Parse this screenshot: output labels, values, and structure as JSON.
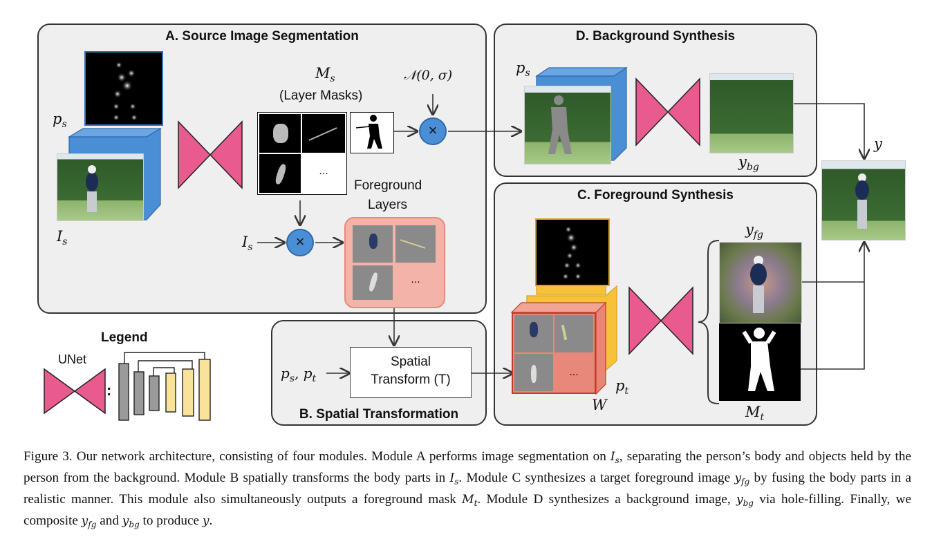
{
  "modules": {
    "a_title": "A. Source Image Segmentation",
    "b_title": "B. Spatial Transformation",
    "c_title": "C. Foreground Synthesis",
    "d_title": "D. Background Synthesis"
  },
  "labels": {
    "ps": "p",
    "ps_sub": "s",
    "is": "I",
    "is_sub": "s",
    "ms": "M",
    "ms_sub": "s",
    "layer_masks": "(Layer Masks)",
    "noise": "𝒩(0, σ)",
    "foreground_layers_1": "Foreground",
    "foreground_layers_2": "Layers",
    "ellipsis": "...",
    "ps_pt": "p",
    "ps_pt_sub1": "s",
    "ps_pt_mid": ", p",
    "ps_pt_sub2": "t",
    "spatial_1": "Spatial",
    "spatial_2": "Transform (T)",
    "w": "W",
    "pt": "p",
    "pt_sub": "t",
    "yfg": "y",
    "yfg_sub": "fg",
    "ybg": "y",
    "ybg_sub": "bg",
    "y": "y",
    "mt": "M",
    "mt_sub": "t",
    "times": "×"
  },
  "legend": {
    "title": "Legend",
    "unet": "UNet",
    "colon": ":"
  },
  "colors": {
    "unet_pink": "#e95b8e",
    "blue_slab": "#4a8fd6",
    "yellow_slab": "#f5c23a",
    "fg_layers_bg": "#f4b3a8",
    "module_bg": "#efefef",
    "legend_gray": "#9a9a9a",
    "legend_yellow": "#f9e29a"
  },
  "caption": [
    {
      "t": "Figure 3. Our network architecture, consisting of four modules. Module A performs image segmentation on "
    },
    {
      "m": "I"
    },
    {
      "s": "s"
    },
    {
      "t": ", separating the person’s body and objects held by the person from the background. Module B spatially transforms the body parts in "
    },
    {
      "m": "I"
    },
    {
      "s": "s"
    },
    {
      "t": ". Module C synthesizes a target foreground image "
    },
    {
      "m": "y"
    },
    {
      "s": "fg"
    },
    {
      "t": " by fusing the body parts in a realistic manner. This module also simultaneously outputs a foreground mask "
    },
    {
      "m": "M"
    },
    {
      "s": "t"
    },
    {
      "t": ". Module D synthesizes a background image, "
    },
    {
      "m": "y"
    },
    {
      "s": "bg"
    },
    {
      "t": " via hole-filling. Finally, we composite "
    },
    {
      "m": "y"
    },
    {
      "s": "fg"
    },
    {
      "t": " and "
    },
    {
      "m": "y"
    },
    {
      "s": "bg"
    },
    {
      "t": " to produce "
    },
    {
      "m": "y"
    },
    {
      "t": "."
    }
  ]
}
